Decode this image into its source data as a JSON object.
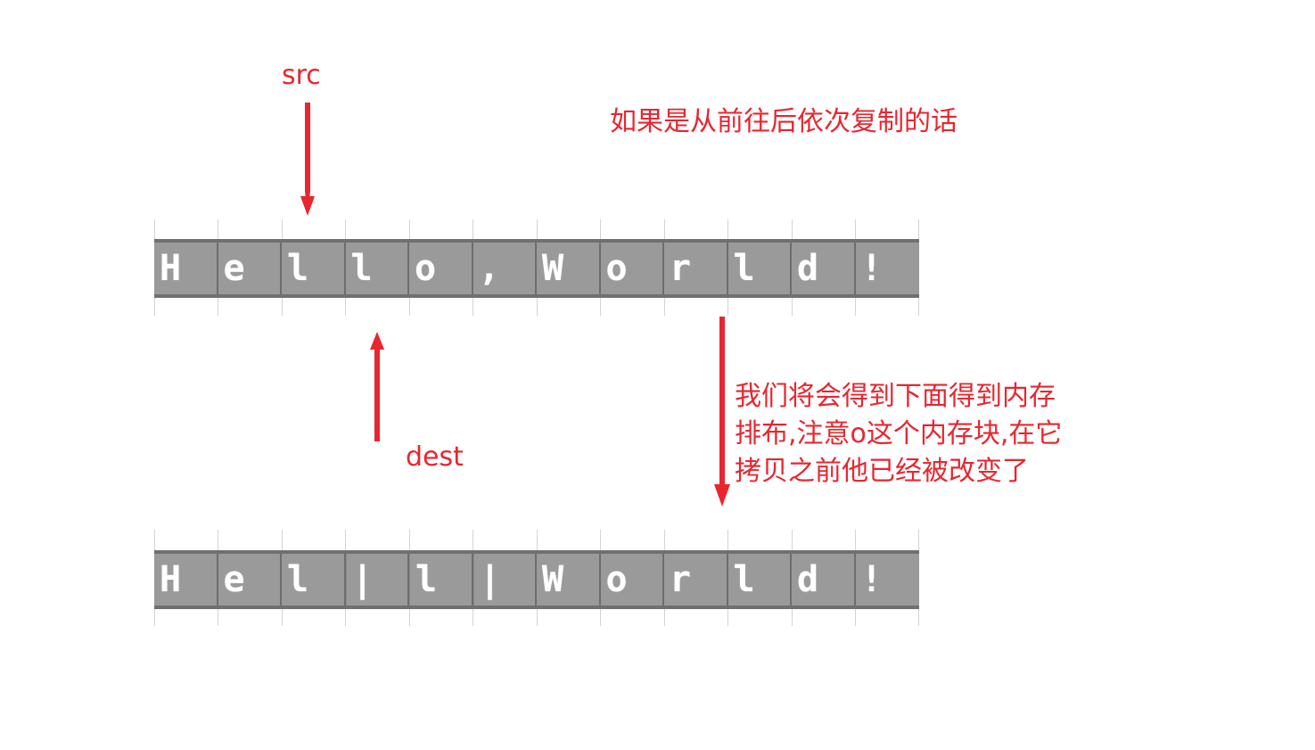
{
  "labels": {
    "src": "src",
    "dest": "dest",
    "note_top": "如果是从前往后依次复制的话",
    "note_right": [
      "我们将会得到下面得到内存",
      "排布,注意o这个内存块,在它",
      "拷贝之前他已经被改变了"
    ]
  },
  "row_before": [
    "H",
    "e",
    "l",
    "l",
    "o",
    ",",
    "W",
    "o",
    "r",
    "l",
    "d",
    "!"
  ],
  "row_after": [
    "H",
    "e",
    "l",
    "|",
    "l",
    "|",
    "W",
    "o",
    "r",
    "l",
    "d",
    "!"
  ],
  "colors": {
    "annotation": "#e8262f",
    "cell": "#9a9a9a",
    "cell_border": "#707070"
  }
}
